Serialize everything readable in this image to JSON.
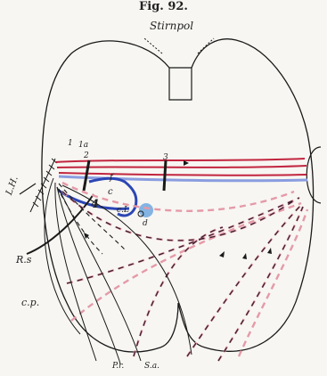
{
  "figure": {
    "title": "Fig. 92.",
    "pole_label": "Stirnpol"
  },
  "labels": {
    "lh": "L.H.",
    "n1": "1",
    "n1a": "1a",
    "n2": "2",
    "n3": "3",
    "n4": "4",
    "f": "f",
    "c": "c",
    "cl": "c.L",
    "d": "d",
    "rs": "R.s",
    "cp": "c.p.",
    "pr": "P.r.",
    "sa": "S.a."
  },
  "colors": {
    "outline": "#1a1a1a",
    "red": "#c2253f",
    "pink": "#e59aa8",
    "blue": "#2c46b4",
    "light_blue": "#6fa8e0",
    "paper": "#f7f6f2"
  }
}
